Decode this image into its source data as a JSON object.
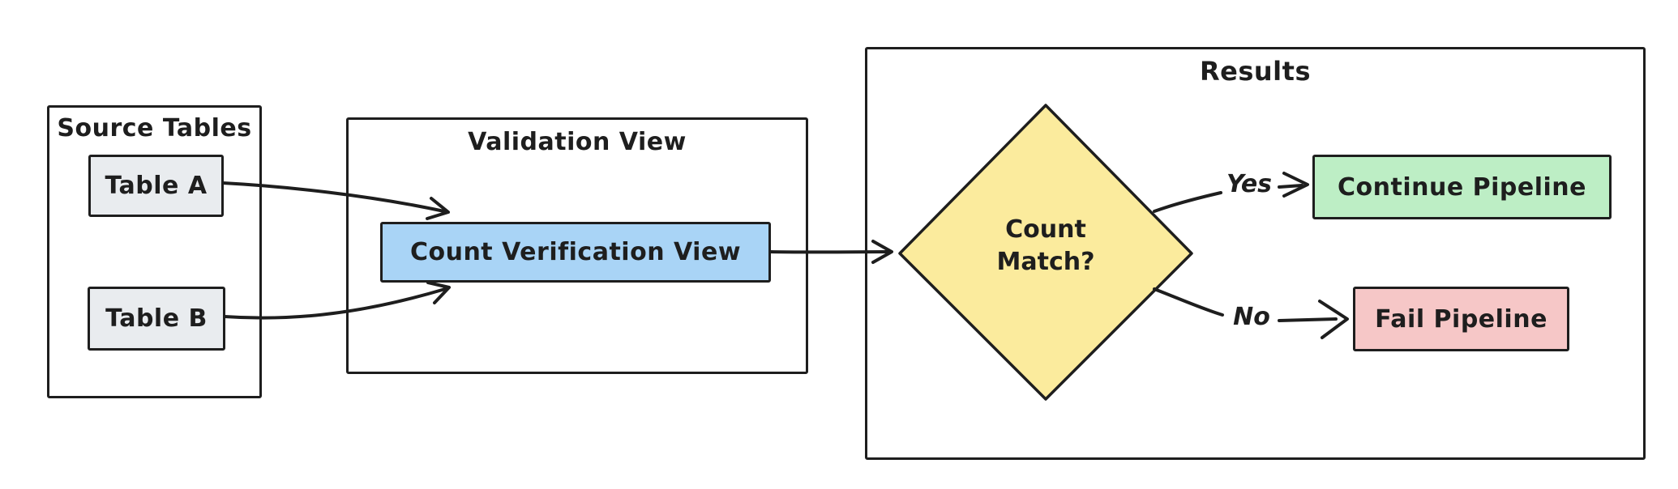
{
  "diagram": {
    "groups": {
      "source": {
        "title": "Source Tables"
      },
      "validation": {
        "title": "Validation View"
      },
      "results": {
        "title": "Results"
      }
    },
    "nodes": {
      "table_a": {
        "label": "Table A"
      },
      "table_b": {
        "label": "Table B"
      },
      "count_verification": {
        "label": "Count Verification View"
      },
      "decision": {
        "label_line1": "Count",
        "label_line2": "Match?"
      },
      "continue_pipeline": {
        "label": "Continue Pipeline"
      },
      "fail_pipeline": {
        "label": "Fail Pipeline"
      }
    },
    "edges": {
      "yes_label": "Yes",
      "no_label": "No"
    },
    "colors": {
      "ink": "#1e1e1e",
      "canvas": "#ffffff",
      "node_grey": "#e9ecef",
      "node_blue": "#a9d4f6",
      "node_yellow": "#fbeb9d",
      "node_green": "#bdeec5",
      "node_pink": "#f6c7c7"
    }
  }
}
